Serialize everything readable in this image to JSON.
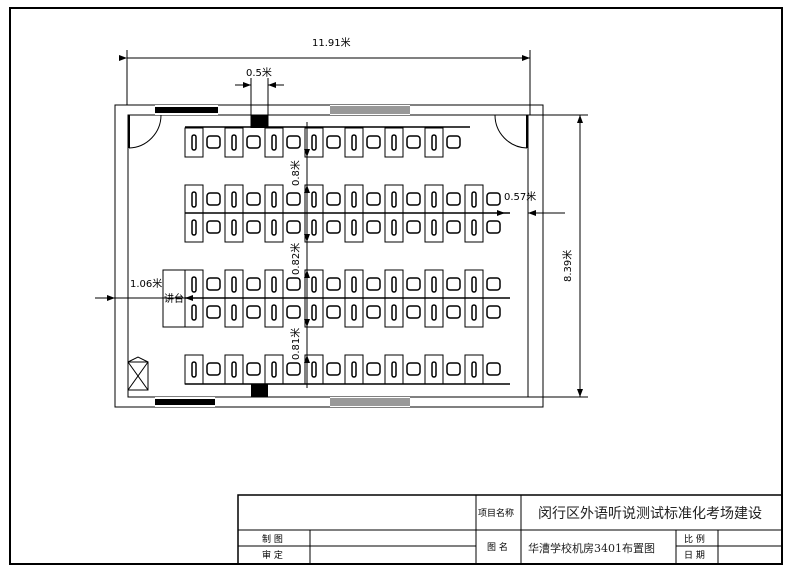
{
  "dimensions": {
    "total_width": "11.91米",
    "column_width": "0.5米",
    "total_depth": "8.39米",
    "right_aisle": "0.57米",
    "podium_offset": "1.06米",
    "row_gap_1": "0.8米",
    "row_gap_2": "0.82米",
    "row_gap_3": "0.81米"
  },
  "podium_label": "讲台",
  "layout": {
    "rows": [
      {
        "pairs": 7
      },
      {
        "pairs": 8
      },
      {
        "pairs": 8
      },
      {
        "pairs": 8
      },
      {
        "pairs": 8
      },
      {
        "pairs": 8
      }
    ]
  },
  "title_block": {
    "project_label": "项目名称",
    "project_name": "闵行区外语听说测试标准化考场建设",
    "drawn_by_label": "制 图",
    "checked_by_label": "审 定",
    "drawing_name_label": "图 名",
    "drawing_name": "华漕学校机房3401布置图",
    "scale_label": "比 例",
    "date_label": "日 期"
  }
}
